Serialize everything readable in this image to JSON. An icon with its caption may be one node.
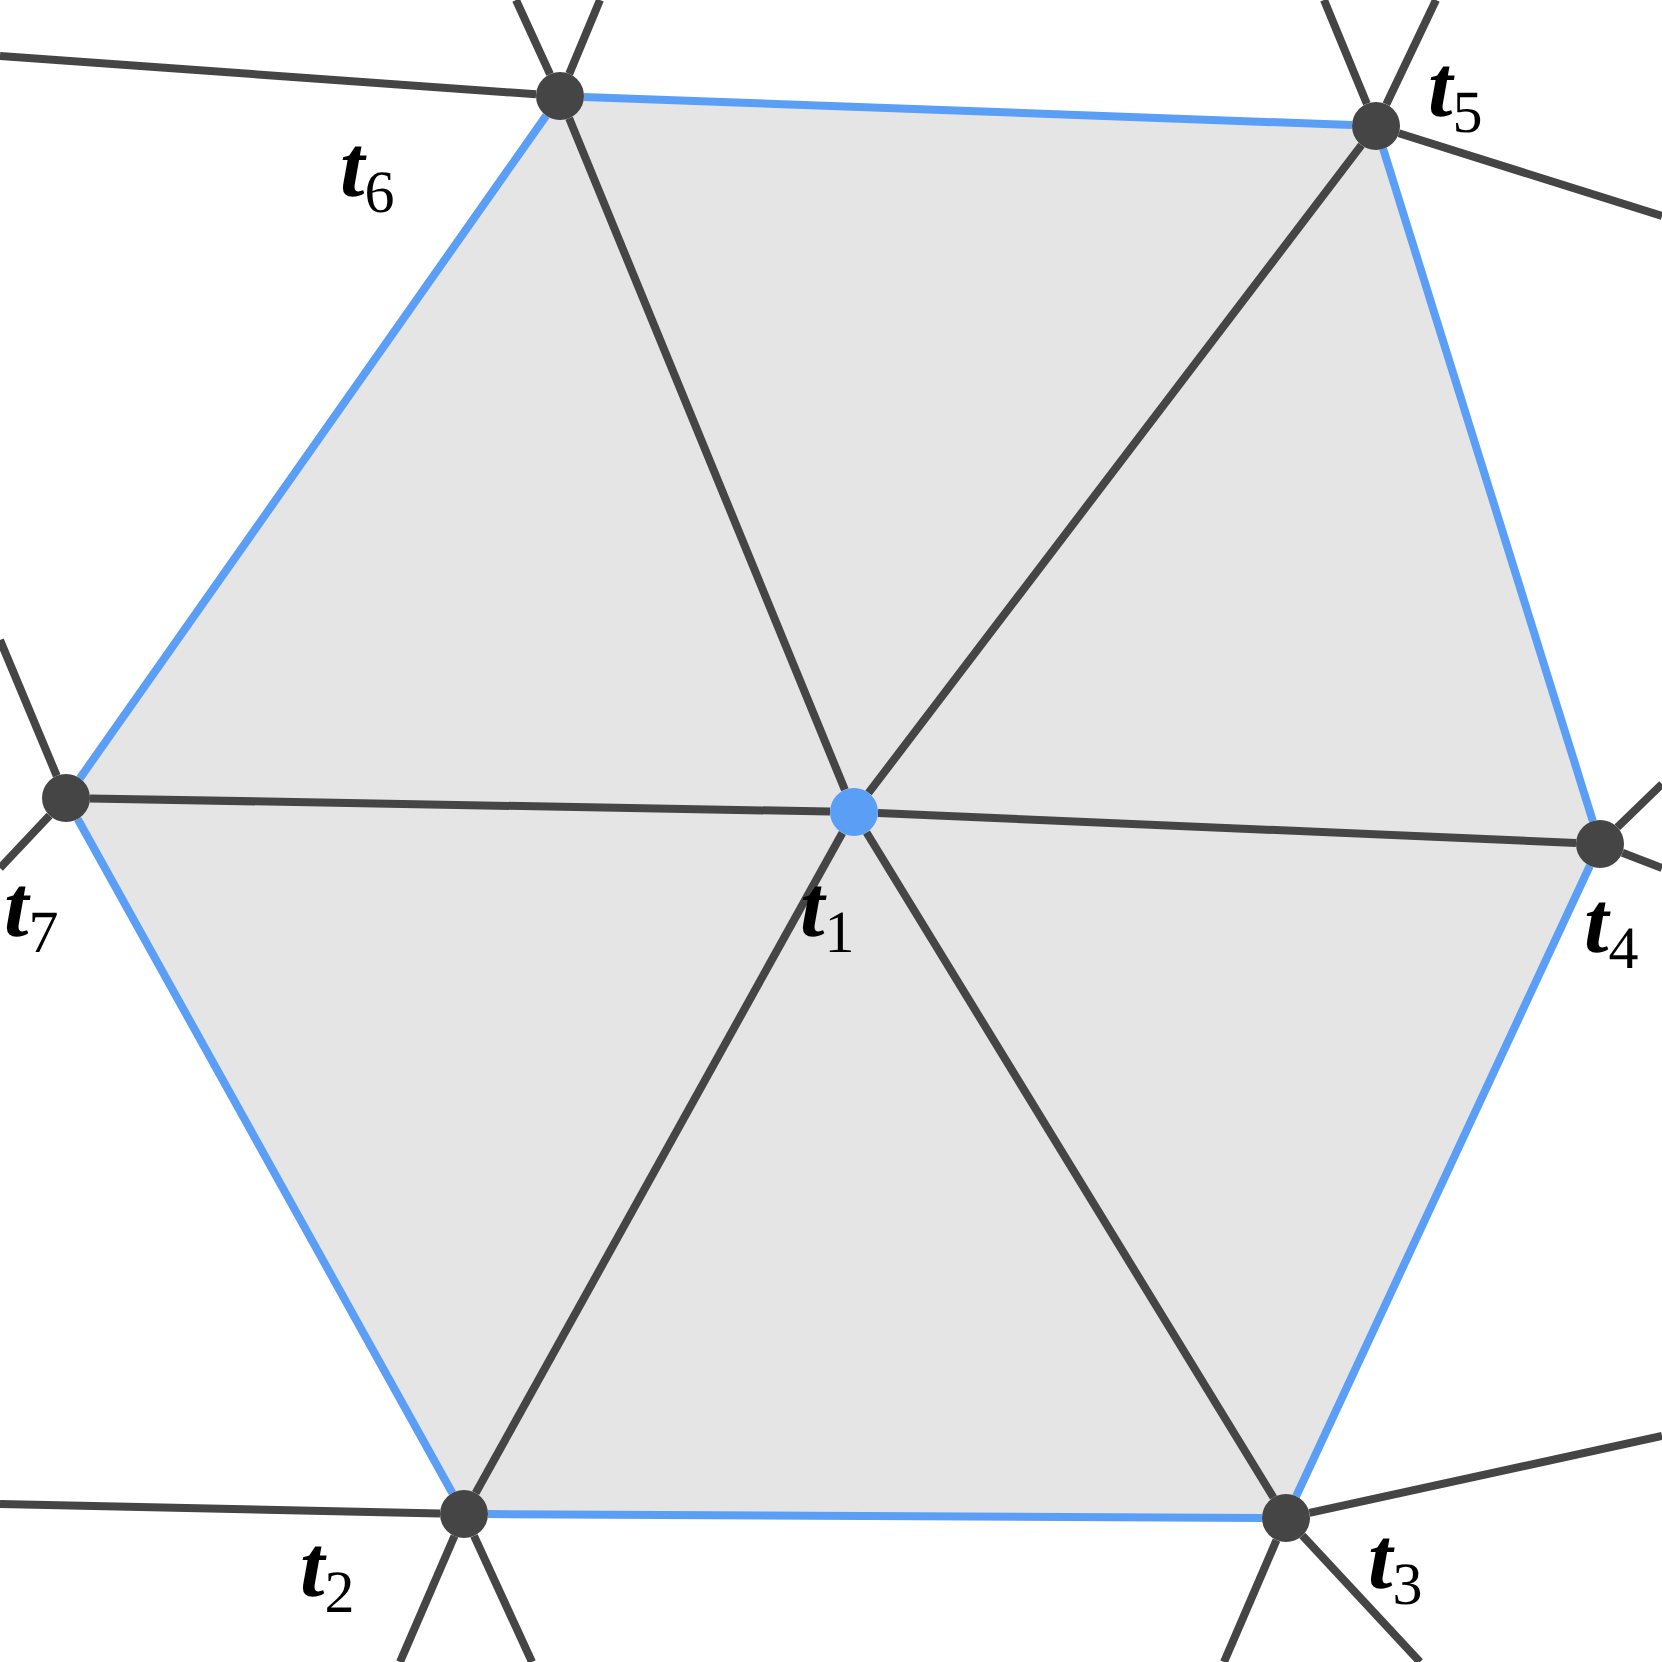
{
  "diagram": {
    "nodes": [
      {
        "text": [],
        "shape": "circle",
        "beside": [
          "t$_{1}$"
        ]
      },
      {
        "text": [],
        "shape": "circle",
        "beside": [
          "t$_{2}$"
        ]
      },
      {
        "text": [],
        "shape": "circle",
        "beside": [
          "t$_{3}$"
        ]
      },
      {
        "text": [],
        "shape": "circle",
        "beside": [
          "t$_{4}$"
        ]
      },
      {
        "text": [],
        "shape": "circle",
        "beside": [
          "t$_{5}$"
        ]
      },
      {
        "text": [],
        "shape": "circle",
        "beside": [
          "t$_{6}$"
        ]
      },
      {
        "text": [],
        "shape": "circle",
        "beside": [
          "t$_{7}$"
        ]
      }
    ],
    "edges": [
      {
        "from": 5,
        "to": 4,
        "arrow": "none",
        "color": "#5b9ef5"
      },
      {
        "from": 4,
        "to": 3,
        "arrow": "none",
        "color": "#5b9ef5"
      },
      {
        "from": 3,
        "to": 2,
        "arrow": "none",
        "color": "#5b9ef5"
      },
      {
        "from": 2,
        "to": 1,
        "arrow": "none",
        "color": "#5b9ef5"
      },
      {
        "from": 1,
        "to": 6,
        "arrow": "none",
        "color": "#5b9ef5"
      },
      {
        "from": 6,
        "to": 5,
        "arrow": "none",
        "color": "#5b9ef5"
      },
      {
        "from": 0,
        "to": 1,
        "arrow": "none"
      },
      {
        "from": 0,
        "to": 2,
        "arrow": "none"
      },
      {
        "from": 0,
        "to": 3,
        "arrow": "none"
      },
      {
        "from": 0,
        "to": 4,
        "arrow": "none"
      },
      {
        "from": 0,
        "to": 5,
        "arrow": "none"
      },
      {
        "from": 0,
        "to": 6,
        "arrow": "none"
      },
      {
        "from": 5,
        "to": null,
        "arrow": "none"
      },
      {
        "from": 5,
        "to": null,
        "arrow": "none"
      },
      {
        "from": 5,
        "to": null,
        "arrow": "none"
      },
      {
        "from": 4,
        "to": null,
        "arrow": "none"
      },
      {
        "from": 4,
        "to": null,
        "arrow": "none"
      },
      {
        "from": 4,
        "to": null,
        "arrow": "none"
      },
      {
        "from": 3,
        "to": null,
        "arrow": "none"
      },
      {
        "from": 3,
        "to": null,
        "arrow": "none"
      },
      {
        "from": 2,
        "to": null,
        "arrow": "none"
      },
      {
        "from": 2,
        "to": null,
        "arrow": "none"
      },
      {
        "from": 2,
        "to": null,
        "arrow": "none"
      },
      {
        "from": 1,
        "to": null,
        "arrow": "none"
      },
      {
        "from": 1,
        "to": null,
        "arrow": "none"
      },
      {
        "from": 1,
        "to": null,
        "arrow": "none"
      },
      {
        "from": 6,
        "to": null,
        "arrow": "none"
      },
      {
        "from": 6,
        "to": null,
        "arrow": "none"
      }
    ]
  }
}
